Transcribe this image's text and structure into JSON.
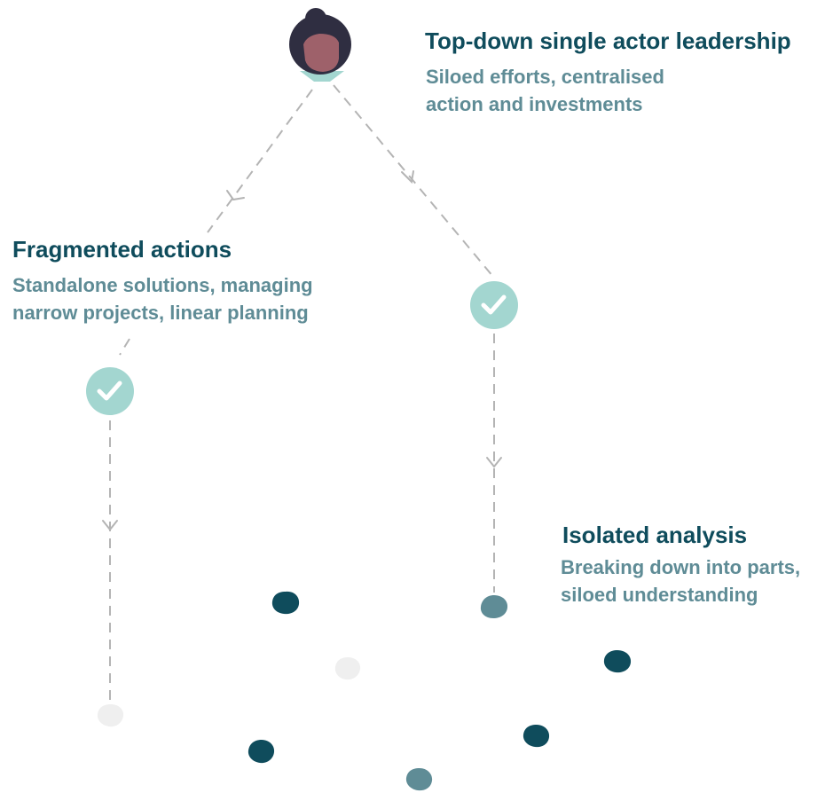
{
  "nodes": {
    "top": {
      "title": "Top-down single actor leadership",
      "lines": [
        "Siloed efforts, centralised",
        "action and investments"
      ]
    },
    "fragmented": {
      "title": "Fragmented actions",
      "lines": [
        "Standalone solutions, managing",
        "narrow projects, linear planning"
      ]
    },
    "isolated": {
      "title": "Isolated analysis",
      "lines": [
        "Breaking down into parts,",
        "siloed understanding"
      ]
    }
  },
  "colors": {
    "dark_teal": "#0f4c5c",
    "muted_teal": "#5f8c96",
    "check_circle": "#a3d6d0",
    "dash_line": "#b4b4b4",
    "light_blob": "#efefef",
    "avatar_hair": "#2f2e41",
    "avatar_face": "#9e616a"
  },
  "icons": [
    "person-avatar-icon",
    "check-circle-icon",
    "down-arrow-icon",
    "blob-icon"
  ]
}
